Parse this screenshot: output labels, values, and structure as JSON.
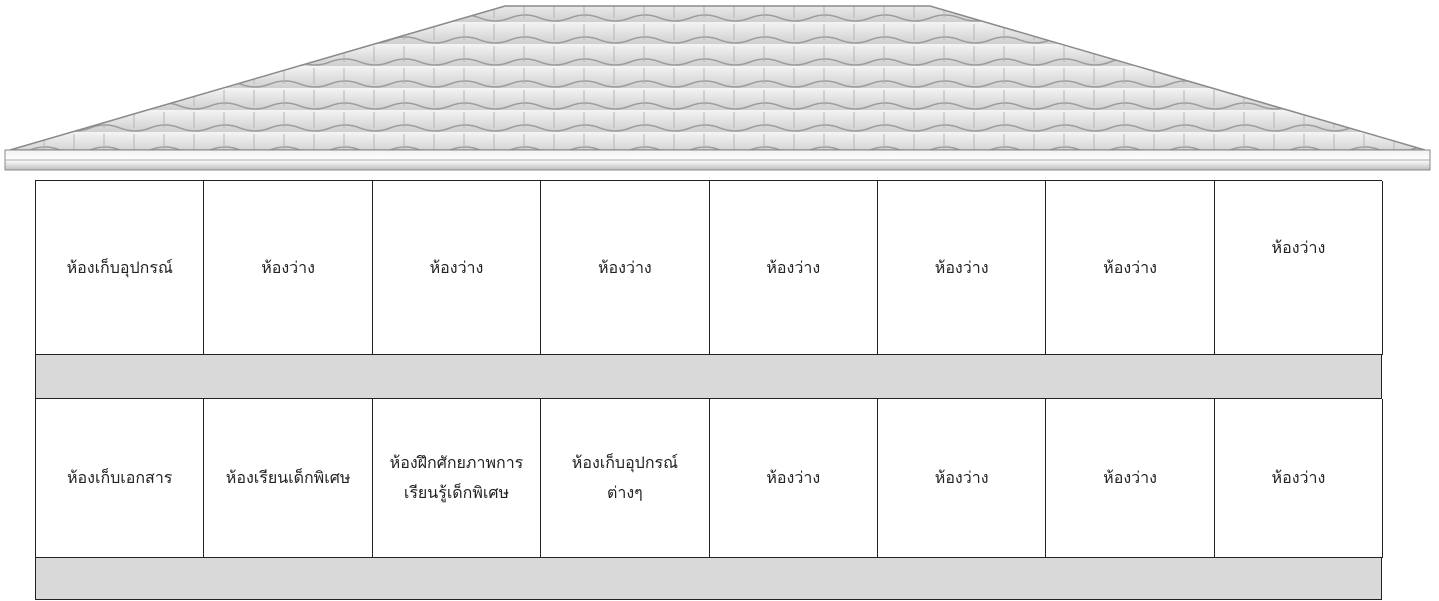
{
  "building": {
    "upper_floor": {
      "rooms": [
        {
          "label": "ห้องเก็บอุปกรณ์"
        },
        {
          "label": "ห้องว่าง"
        },
        {
          "label": "ห้องว่าง"
        },
        {
          "label": "ห้องว่าง"
        },
        {
          "label": "ห้องว่าง"
        },
        {
          "label": "ห้องว่าง"
        },
        {
          "label": "ห้องว่าง"
        },
        {
          "label": "ห้องว่าง"
        }
      ]
    },
    "lower_floor": {
      "rooms": [
        {
          "label": "ห้องเก็บเอกสาร"
        },
        {
          "label": "ห้องเรียนเด็กพิเศษ"
        },
        {
          "label": "ห้องฝึกศักยภาพการ\nเรียนรู้เด็กพิเศษ"
        },
        {
          "label": "ห้องเก็บอุปกรณ์\nต่างๆ"
        },
        {
          "label": "ห้องว่าง"
        },
        {
          "label": "ห้องว่าง"
        },
        {
          "label": "ห้องว่าง"
        },
        {
          "label": "ห้องว่าง"
        }
      ]
    },
    "colors": {
      "corridor": "#d9d9d9",
      "roof_tile": "#e6e6e6",
      "outline": "#222222"
    }
  }
}
